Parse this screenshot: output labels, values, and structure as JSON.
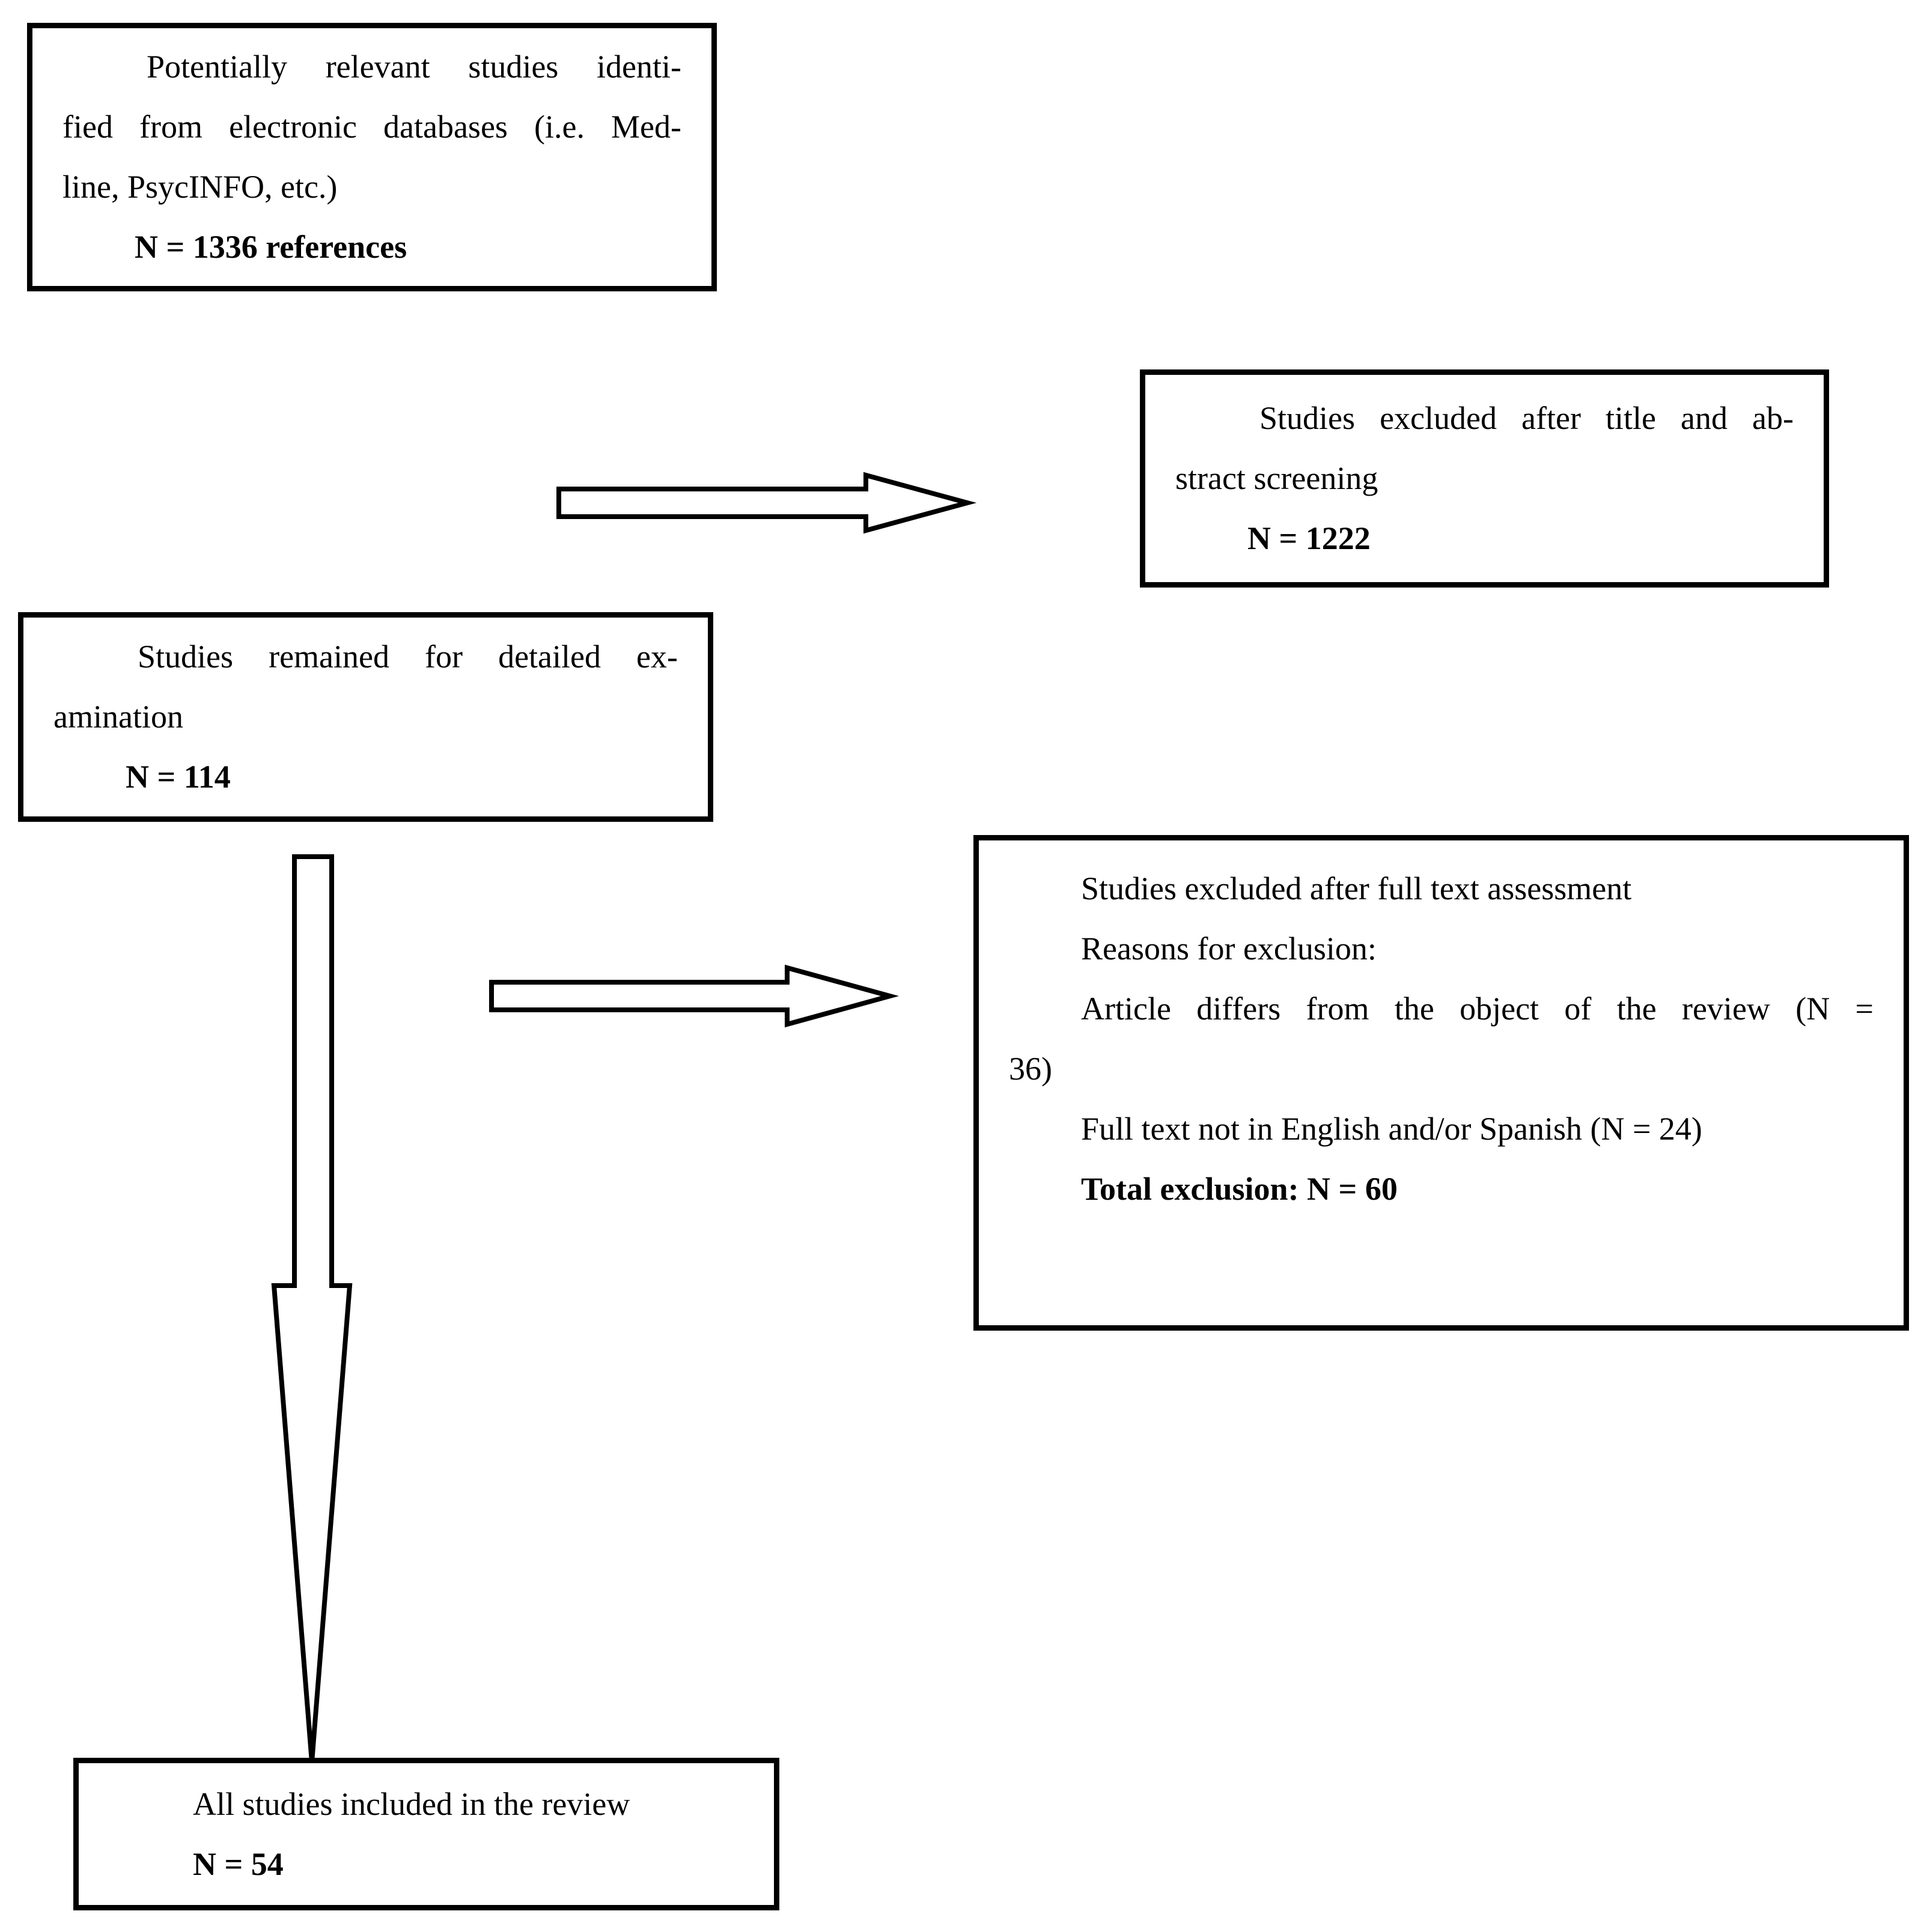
{
  "page": {
    "background": "#ffffff",
    "line_color": "#000000",
    "description": "Study selection flow diagram"
  },
  "boxes": {
    "identified": {
      "lines": [
        "Potentially relevant studies identi-",
        "fied from electronic databases (i.e. Med-",
        "line, PsycINFO, etc.)",
        "N = 1336 references"
      ]
    },
    "excluded_title_abstract": {
      "lines": [
        "Studies excluded after title and ab-",
        "stract screening",
        "N = 1222"
      ]
    },
    "detailed_examination": {
      "lines": [
        "Studies remained for detailed ex-",
        "amination",
        "N = 114"
      ]
    },
    "excluded_full_text": {
      "lines": [
        "Studies excluded after full text assessment",
        "Reasons for exclusion:",
        "Article differs from the object of the review (N =",
        "36)",
        "Full text not in English and/or Spanish (N = 24)",
        "Total exclusion: N = 60"
      ]
    },
    "included": {
      "lines": [
        "All studies included in the review",
        "N = 54"
      ]
    }
  }
}
